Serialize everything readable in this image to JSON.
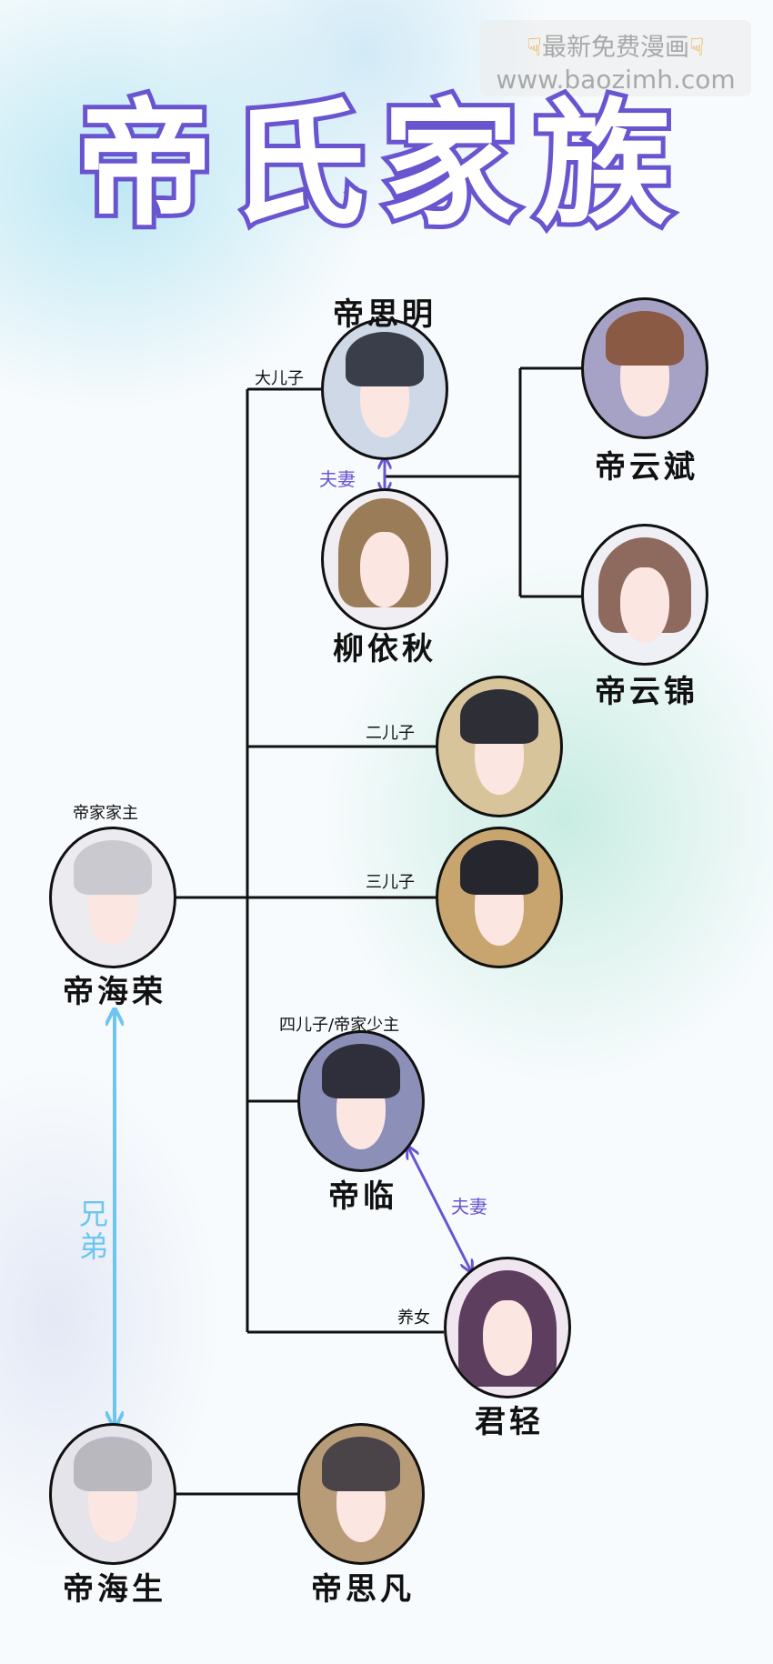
{
  "title": "帝氏家族",
  "watermark": {
    "line1": "最新免费漫画",
    "line2": "www.baozimh.com",
    "icon": "pointing-down-hand-icon"
  },
  "colors": {
    "line": "#111111",
    "spouse": "#6a55d0",
    "brother": "#6ec6f0",
    "title_stroke": "#6a55d0"
  },
  "relations": {
    "spouse": "夫妻",
    "spouse2": "夫妻",
    "brothers": "兄弟"
  },
  "people": {
    "hairong": {
      "name": "帝海荣",
      "role": "帝家家主"
    },
    "siming": {
      "name": "帝思明",
      "role": "大儿子"
    },
    "yiqiu": {
      "name": "柳依秋"
    },
    "yunbin": {
      "name": "帝云斌"
    },
    "yunjin": {
      "name": "帝云锦"
    },
    "second": {
      "role": "二儿子"
    },
    "third": {
      "role": "三儿子"
    },
    "dilin": {
      "name": "帝临",
      "role": "四儿子/帝家少主"
    },
    "junqing": {
      "name": "君轻",
      "role": "养女"
    },
    "haisheng": {
      "name": "帝海生"
    },
    "sifan": {
      "name": "帝思凡"
    }
  }
}
